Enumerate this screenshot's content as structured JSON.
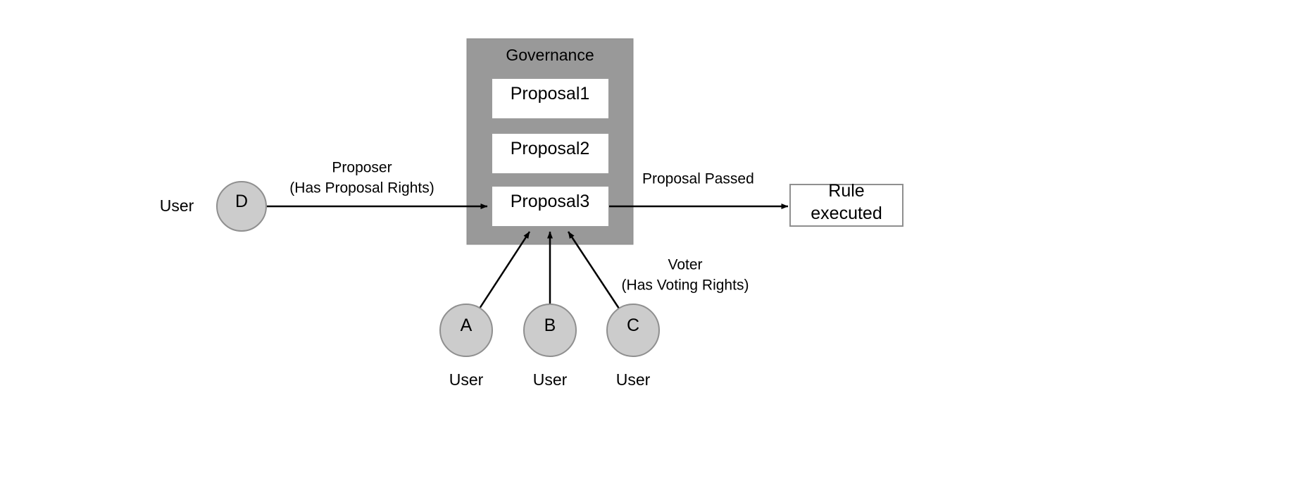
{
  "diagram": {
    "type": "flowchart",
    "background_color": "#ffffff",
    "governance": {
      "title": "Governance",
      "fill_color": "#999999",
      "proposals": [
        {
          "label": "Proposal1"
        },
        {
          "label": "Proposal2"
        },
        {
          "label": "Proposal3"
        }
      ]
    },
    "actors": [
      {
        "id": "D",
        "letter": "D",
        "caption": "User",
        "role": "proposer"
      },
      {
        "id": "A",
        "letter": "A",
        "caption": "User",
        "role": "voter"
      },
      {
        "id": "B",
        "letter": "B",
        "caption": "User",
        "role": "voter"
      },
      {
        "id": "C",
        "letter": "C",
        "caption": "User",
        "role": "voter"
      }
    ],
    "actor_fill_color": "#cccccc",
    "edge_labels": {
      "proposer_line1": "Proposer",
      "proposer_line2": "(Has Proposal Rights)",
      "proposal_passed": "Proposal Passed",
      "voter_line1": "Voter",
      "voter_line2": "(Has Voting Rights)"
    },
    "result": {
      "line1": "Rule",
      "line2": "executed"
    }
  }
}
